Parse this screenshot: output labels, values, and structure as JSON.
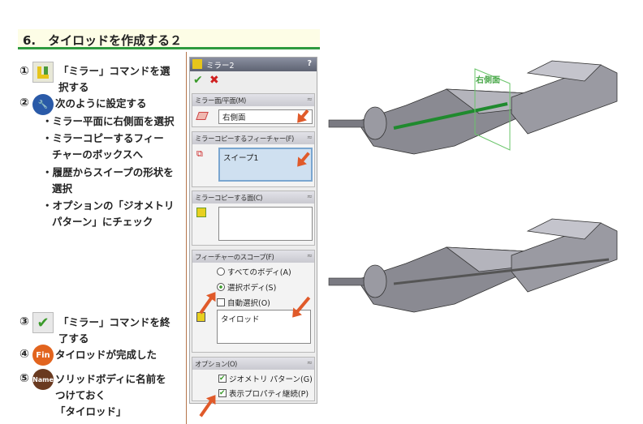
{
  "header": {
    "title": "6.　タイロッドを作成する２"
  },
  "steps": [
    {
      "num": "①",
      "lines": [
        "「ミラー」コマンドを選",
        "択する"
      ],
      "icon": "mirror-icon"
    },
    {
      "num": "②",
      "lines": [
        "次のように設定する"
      ],
      "icon": "wrench-icon"
    },
    {
      "num": "③",
      "lines": [
        "「ミラー」コマンドを終",
        "了する"
      ],
      "icon": "checkmark-icon"
    },
    {
      "num": "④",
      "lines": [
        "タイロッドが完成した"
      ],
      "icon": "fin-icon",
      "badge": "Fin"
    },
    {
      "num": "⑤",
      "lines": [
        "ソリッドボディに名前を",
        "つけておく",
        "「タイロッド」"
      ],
      "icon": "name-icon",
      "badge": "Name"
    }
  ],
  "bullets": [
    [
      "・ミラー平面に右側面を選択"
    ],
    [
      "・ミラーコピーするフィー",
      "チャーのボックスへ"
    ],
    [
      "・履歴からスイープの形状を",
      "選択"
    ],
    [
      "・オプションの「ジオメトリ",
      "パターン」にチェック"
    ]
  ],
  "panel": {
    "title": "ミラー2",
    "help": "?",
    "sections": [
      {
        "header": "ミラー面/平面(M)",
        "value": "右側面"
      },
      {
        "header": "ミラーコピーするフィーチャー(F)",
        "value": "スイープ1"
      },
      {
        "header": "ミラーコピーする面(C)",
        "value": ""
      },
      {
        "header": "フィーチャーのスコープ(F)",
        "options": [
          "すべてのボディ(A)",
          "選択ボディ(S)",
          "自動選択(O)"
        ],
        "value": "タイロッド"
      },
      {
        "header": "オプション(O)",
        "options": [
          "ジオメトリ パターン(G)",
          "表示プロパティ継続(P)"
        ]
      }
    ]
  },
  "model": {
    "plane_label": "右側面"
  },
  "colors": {
    "accent": "#2e9a3e",
    "arrow": "#e05a2a"
  }
}
